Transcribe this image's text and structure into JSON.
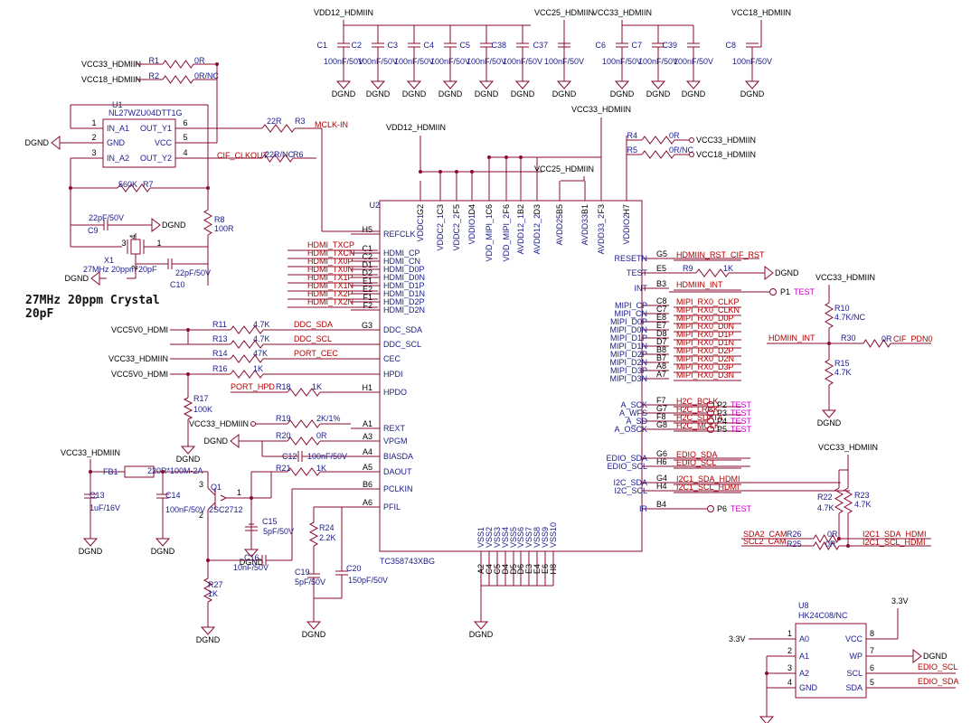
{
  "power_top": {
    "nets": [
      "VDD12_HDMIIN",
      "VCC25_HDMIIN",
      "VCC33_HDMIIN",
      "VCC18_HDMIIN"
    ],
    "caps": [
      {
        "ref": "C1",
        "val": "100nF/50V"
      },
      {
        "ref": "C2",
        "val": "100nF/50V"
      },
      {
        "ref": "C3",
        "val": "100nF/50V"
      },
      {
        "ref": "C4",
        "val": "100nF/50V"
      },
      {
        "ref": "C5",
        "val": "100nF/50V"
      },
      {
        "ref": "C38",
        "val": "100nF/50V"
      },
      {
        "ref": "C37",
        "val": "100nF/50V"
      },
      {
        "ref": "C6",
        "val": "100nF/50V"
      },
      {
        "ref": "C7",
        "val": "100nF/50V"
      },
      {
        "ref": "C39",
        "val": "100nF/50V"
      },
      {
        "ref": "C8",
        "val": "100nF/50V"
      }
    ],
    "ground": "DGND"
  },
  "osc": {
    "net1": "VCC33_HDMIIN",
    "net2": "VCC18_HDMIIN",
    "r1": "R1",
    "r1v": "0R",
    "r2": "R2",
    "r2v": "0R/NC",
    "u1": "U1",
    "u1p": "NL27WZU04DTT1G",
    "pins_l": [
      {
        "n": "1",
        "t": "IN_A1"
      },
      {
        "n": "2",
        "t": "GND"
      },
      {
        "n": "3",
        "t": "IN_A2"
      }
    ],
    "pins_r": [
      {
        "n": "6",
        "t": "OUT_Y1"
      },
      {
        "n": "5",
        "t": "VCC"
      },
      {
        "n": "4",
        "t": "OUT_Y2"
      }
    ],
    "r3": "R3",
    "r3v": "22R",
    "mclk": "MCLK-IN",
    "r6": "R6",
    "r6v": "22R/NC",
    "cif": "CIF_CLKOUT",
    "r7": "R7",
    "r7v": "560K",
    "r8": "R8",
    "r8v": "100R",
    "c9": "C9",
    "c9v": "22pF/50V",
    "x1": "X1",
    "x1v": "27MHz 20ppm 20pF",
    "c10": "C10",
    "c10v": "22pF/50V",
    "note1": "27MHz 20ppm Crystal",
    "note2": "20pF",
    "dgnd": "DGND"
  },
  "u2": {
    "ref": "U2",
    "part": "TC358743XBG",
    "top_pins": [
      {
        "b": "G2",
        "n": "VDDC1"
      },
      {
        "b": "C3",
        "n": "VDDC2_1"
      },
      {
        "b": "F5",
        "n": "VDDC2_2"
      },
      {
        "b": "D4",
        "n": "VDDIO1"
      },
      {
        "b": "C6",
        "n": "VDD_MIPI_1"
      },
      {
        "b": "F6",
        "n": "VDD_MIPI_2"
      },
      {
        "b": "B2",
        "n": "AVDD12_1"
      },
      {
        "b": "D3",
        "n": "AVDD12_2"
      },
      {
        "b": "B5",
        "n": "AVDD25"
      },
      {
        "b": "B1",
        "n": "AVDD33"
      },
      {
        "b": "F3",
        "n": "AVDD33_2"
      },
      {
        "b": "H7",
        "n": "VDDIO2"
      }
    ],
    "top_nets": [
      "VDD12_HDMIIN",
      "VCC25_HDMIIN",
      "VCC33_HDMIIN"
    ],
    "left_pins": [
      {
        "b": "H5",
        "n": "REFCLK"
      },
      {
        "b": "C1",
        "n": "HDMI_CP",
        "s": "HDMI_TXCP"
      },
      {
        "b": "C2",
        "n": "HDMI_CN",
        "s": "HDMI_TXCN"
      },
      {
        "b": "D1",
        "n": "HDMI_D0P",
        "s": "HDMI_TX0P"
      },
      {
        "b": "D2",
        "n": "HDMI_D0N",
        "s": "HDMI_TX0N"
      },
      {
        "b": "E1",
        "n": "HDMI_D1P",
        "s": "HDMI_TX1P"
      },
      {
        "b": "E2",
        "n": "HDMI_D1N",
        "s": "HDMI_TX1N"
      },
      {
        "b": "F1",
        "n": "HDMI_D2P",
        "s": "HDMI_TX2P"
      },
      {
        "b": "F2",
        "n": "HDMI_D2N",
        "s": "HDMI_TX2N"
      },
      {
        "b": "G3",
        "n": "DDC_SDA"
      },
      {
        "b": "",
        "n": "DDC_SCL"
      },
      {
        "b": "",
        "n": "CEC"
      },
      {
        "b": "",
        "n": "HPDI"
      },
      {
        "b": "H1",
        "n": "HPDO"
      },
      {
        "b": "A1",
        "n": "REXT"
      },
      {
        "b": "A3",
        "n": "VPGM"
      },
      {
        "b": "A4",
        "n": "BIASDA"
      },
      {
        "b": "A5",
        "n": "DAOUT"
      },
      {
        "b": "B6",
        "n": "PCLKIN"
      },
      {
        "b": "A6",
        "n": "PFIL"
      }
    ],
    "left_parts": [
      {
        "net": "VCC5V0_HDMI",
        "r": "R11",
        "v": "4.7K",
        "s": "DDC_SDA"
      },
      {
        "net": "",
        "r": "R13",
        "v": "4.7K",
        "s": "DDC_SCL"
      },
      {
        "net": "VCC33_HDMIIN",
        "r": "R14",
        "v": "47K",
        "s": "PORT_CEC"
      },
      {
        "net": "VCC5V0_HDMI",
        "r": "R16",
        "v": "1K",
        "s": ""
      }
    ],
    "r17": "R17",
    "r17v": "100K",
    "hpd": "PORT_HPD",
    "r18": "R18",
    "r18v": "1K",
    "r19": "R19",
    "r19v": "2K/1%",
    "r19n": "VCC33_HDMIIN",
    "r20": "R20",
    "r20v": "0R",
    "c12": "C12",
    "c12v": "100nF/50V",
    "r21": "R21",
    "r21v": "1K",
    "right_pins": [
      {
        "b": "G5",
        "n": "RESETN",
        "s": "HDMIIN_RST",
        "s2": "CIF_RST"
      },
      {
        "b": "E5",
        "n": "TEST",
        "s": "",
        "s2": ""
      },
      {
        "b": "B3",
        "n": "INT",
        "s": "HDMIIN_INT",
        "s2": ""
      },
      {
        "b": "C8",
        "n": "MIPI_CP",
        "s": "MIPI_RX0_CLKP"
      },
      {
        "b": "C7",
        "n": "MIPI_CN",
        "s": "MIPI_RX0_CLKN"
      },
      {
        "b": "E8",
        "n": "MIPI_D0P",
        "s": "MIPI_RX0_D0P"
      },
      {
        "b": "E7",
        "n": "MIPI_D0N",
        "s": "MIPI_RX0_D0N"
      },
      {
        "b": "D8",
        "n": "MIPI_D1P",
        "s": "MIPI_RX0_D1P"
      },
      {
        "b": "D7",
        "n": "MIPI_D1N",
        "s": "MIPI_RX0_D1N"
      },
      {
        "b": "B8",
        "n": "MIPI_D2P",
        "s": "MIPI_RX0_D2P"
      },
      {
        "b": "B7",
        "n": "MIPI_D2N",
        "s": "MIPI_RX0_D2N"
      },
      {
        "b": "A8",
        "n": "MIPI_D3P",
        "s": "MIPI_RX0_D3P"
      },
      {
        "b": "A7",
        "n": "MIPI_D3N",
        "s": "MIPI_RX0_D3N"
      },
      {
        "b": "F7",
        "n": "A_SCK",
        "s": "H2C_BCLK",
        "p": "P2"
      },
      {
        "b": "G7",
        "n": "A_WFS",
        "s": "H2C_LRCK",
        "p": "P3"
      },
      {
        "b": "F8",
        "n": "A_SD",
        "s": "H2C_SDATA",
        "p": "P4"
      },
      {
        "b": "G8",
        "n": "A_OSCK",
        "s": "H2C_MCLK",
        "p": "P5"
      },
      {
        "b": "G6",
        "n": "EDIO_SDA",
        "s": "EDIO_SDA"
      },
      {
        "b": "H6",
        "n": "EDIO_SCL",
        "s": "EDIO_SCL"
      },
      {
        "b": "G4",
        "n": "I2C_SDA",
        "s": "I2C1_SDA_HDMI"
      },
      {
        "b": "H4",
        "n": "I2C_SCL",
        "s": "I2C1_SCL_HDMI"
      },
      {
        "b": "B4",
        "n": "IR",
        "p": "P6"
      }
    ],
    "r9": "R9",
    "r9v": "1K",
    "p1": "P1",
    "test": "TEST",
    "r4": "R4",
    "r4v": "0R",
    "r5": "R5",
    "r5v": "0R/NC",
    "bottom_pins": [
      {
        "b": "A2",
        "n": "VSS1"
      },
      {
        "b": "C4",
        "n": "VSS2"
      },
      {
        "b": "C5",
        "n": "VSS3"
      },
      {
        "b": "D4",
        "n": "VSS4"
      },
      {
        "b": "D5",
        "n": "VSS5"
      },
      {
        "b": "D6",
        "n": "VSS6"
      },
      {
        "b": "E3",
        "n": "VSS7"
      },
      {
        "b": "E4",
        "n": "VSS8"
      },
      {
        "b": "E6",
        "n": "VSS9"
      },
      {
        "b": "H8",
        "n": "VSS10"
      }
    ]
  },
  "int_block": {
    "net": "VCC33_HDMIIN",
    "r10": "R10",
    "r10v": "4.7K/NC",
    "r30": "R30",
    "r30v": "0R",
    "s1": "HDMIIN_INT",
    "s2": "CIF_PDN0",
    "r15": "R15",
    "r15v": "4.7K"
  },
  "pll": {
    "net": "VCC33_HDMIIN",
    "fb1": "FB1",
    "fb1v": "220R*100M-2A",
    "c13": "C13",
    "c13v": "1uF/16V",
    "c14": "C14",
    "c14v": "100nF/50V",
    "q1": "Q1",
    "q1v": "2SC2712",
    "c15": "C15",
    "c15v": "5pF/50V",
    "c16": "C16",
    "c16v": "10nF/50V",
    "r27": "R27",
    "r27v": "1K",
    "r24": "R24",
    "r24v": "2.2K",
    "c19": "C19",
    "c19v": "5pF/50V",
    "c20": "C20",
    "c20v": "150pF/50V"
  },
  "i2c_block": {
    "net": "VCC33_HDMIIN",
    "r22": "R22",
    "r22v": "4.7K",
    "r23": "R23",
    "r23v": "4.7K",
    "r26": "R26",
    "r26v": "0R",
    "r25": "R25",
    "r25v": "0R",
    "sda_cam": "SDA2_CAM",
    "scl_cam": "SCL2_CAM",
    "sda": "I2C1_SDA_HDMI",
    "scl": "I2C1_SCL_HDMI"
  },
  "eeprom": {
    "ref": "U8",
    "part": "HK24C08/NC",
    "v33": "3.3V",
    "pins_l": [
      {
        "n": "1",
        "t": "A0"
      },
      {
        "n": "2",
        "t": "A1"
      },
      {
        "n": "3",
        "t": "A2"
      },
      {
        "n": "4",
        "t": "GND"
      }
    ],
    "pins_r": [
      {
        "n": "8",
        "t": "VCC"
      },
      {
        "n": "7",
        "t": "WP"
      },
      {
        "n": "6",
        "t": "SCL"
      },
      {
        "n": "5",
        "t": "SDA"
      }
    ],
    "scl": "EDIO_SCL",
    "sda": "EDIO_SDA"
  }
}
